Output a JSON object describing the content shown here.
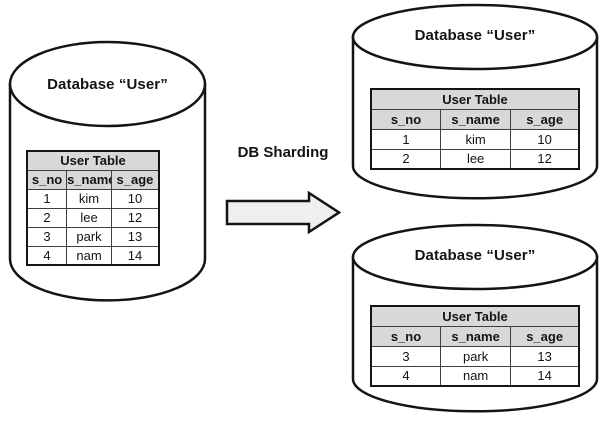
{
  "colors": {
    "header_bg": "#d8d8d8",
    "arrow_fill": "#efefef",
    "stroke": "#141414",
    "text": "#141414"
  },
  "arrow": {
    "label": "DB Sharding"
  },
  "source_db": {
    "title": "Database “User”",
    "table": {
      "title": "User Table",
      "columns": [
        "s_no",
        "s_name",
        "s_age"
      ],
      "rows": [
        [
          "1",
          "kim",
          "10"
        ],
        [
          "2",
          "lee",
          "12"
        ],
        [
          "3",
          "park",
          "13"
        ],
        [
          "4",
          "nam",
          "14"
        ]
      ]
    }
  },
  "shard1_db": {
    "title": "Database “User”",
    "table": {
      "title": "User Table",
      "columns": [
        "s_no",
        "s_name",
        "s_age"
      ],
      "rows": [
        [
          "1",
          "kim",
          "10"
        ],
        [
          "2",
          "lee",
          "12"
        ]
      ]
    }
  },
  "shard2_db": {
    "title": "Database “User”",
    "table": {
      "title": "User Table",
      "columns": [
        "s_no",
        "s_name",
        "s_age"
      ],
      "rows": [
        [
          "3",
          "park",
          "13"
        ],
        [
          "4",
          "nam",
          "14"
        ]
      ]
    }
  }
}
